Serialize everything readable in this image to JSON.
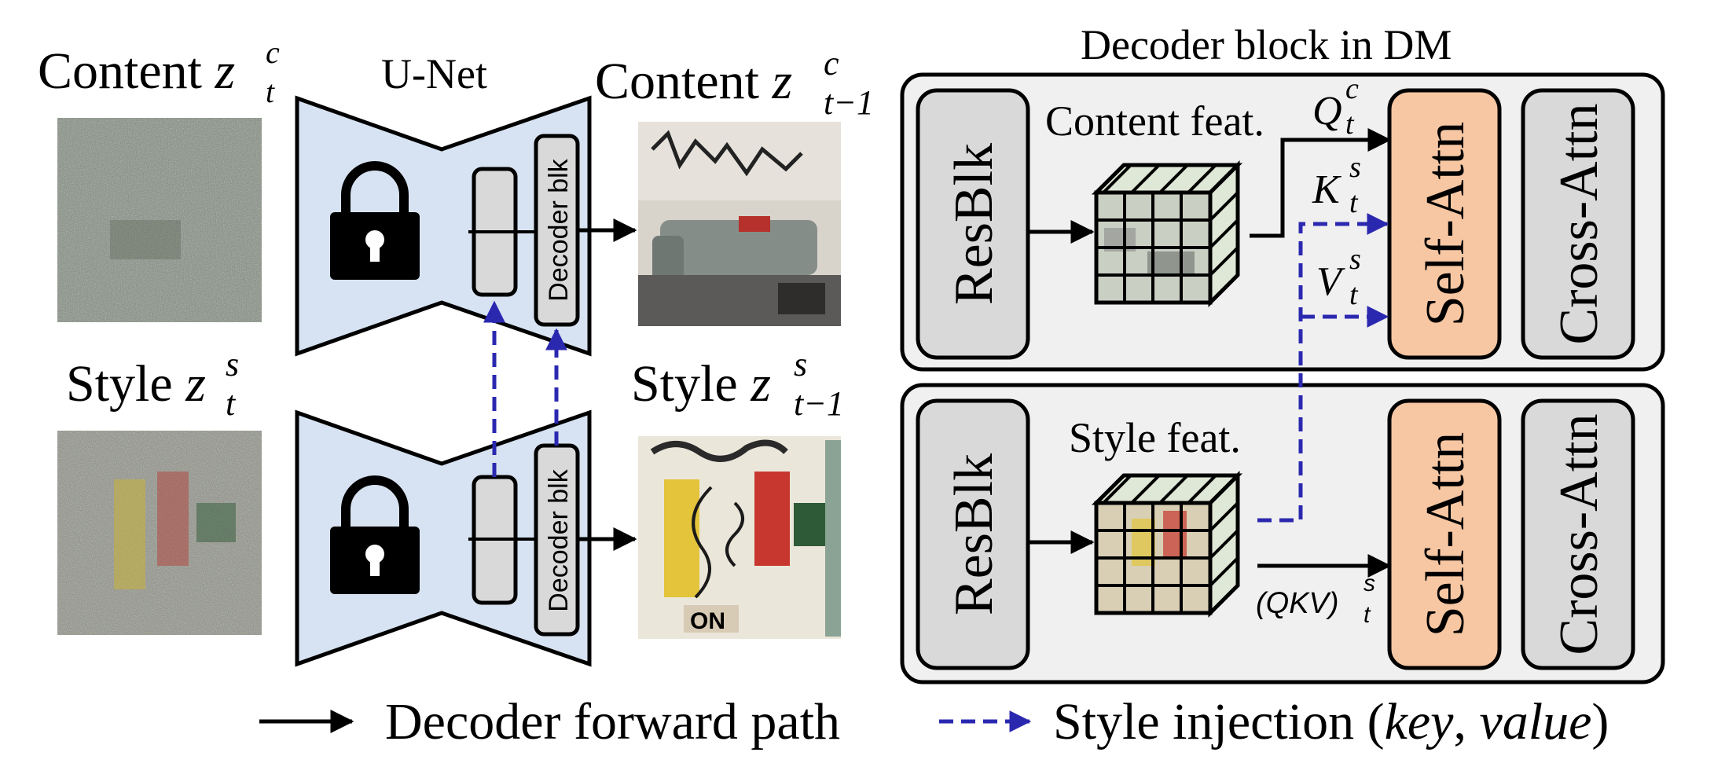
{
  "captions": {
    "content_zt": {
      "word": "Content",
      "var": "z",
      "sup": "c",
      "sub": "t"
    },
    "unet_title": "U-Net",
    "content_zt1": {
      "word": "Content",
      "var": "z",
      "sup": "c",
      "sub": "t−1"
    },
    "style_zt": {
      "word": "Style",
      "var": "z",
      "sup": "s",
      "sub": "t"
    },
    "style_zt1": {
      "word": "Style",
      "var": "z",
      "sup": "s",
      "sub": "t−1"
    },
    "decoder_block_title": "Decoder block in DM"
  },
  "unet": {
    "decoder_label": "Decoder blk"
  },
  "decoder_block": {
    "content_feat": "Content feat.",
    "style_feat": "Style feat.",
    "resblk": "ResBlk",
    "self_attn": "Self-Attn",
    "cross_attn": "Cross-Attn",
    "q": {
      "var": "Q",
      "sup": "c",
      "sub": "t"
    },
    "k": {
      "var": "K",
      "sup": "s",
      "sub": "t"
    },
    "v": {
      "var": "V",
      "sup": "s",
      "sub": "t"
    },
    "qkv": {
      "text": "(QKV)",
      "sup": "s",
      "sub": "t"
    }
  },
  "legend": {
    "forward": "Decoder forward path",
    "injection_prefix": "Style injection (",
    "injection_key": "key",
    "injection_sep": ", ",
    "injection_value": "value",
    "injection_suffix": ")"
  },
  "colors": {
    "unet_fill": "#d7e3f2",
    "block_fill": "#f0f0f0",
    "resblk_fill": "#d9d9d9",
    "selfattn_fill": "#f7c7a3",
    "injection": "#2b28b0"
  },
  "icons": [
    "lock-icon",
    "feature-cube-icon"
  ]
}
